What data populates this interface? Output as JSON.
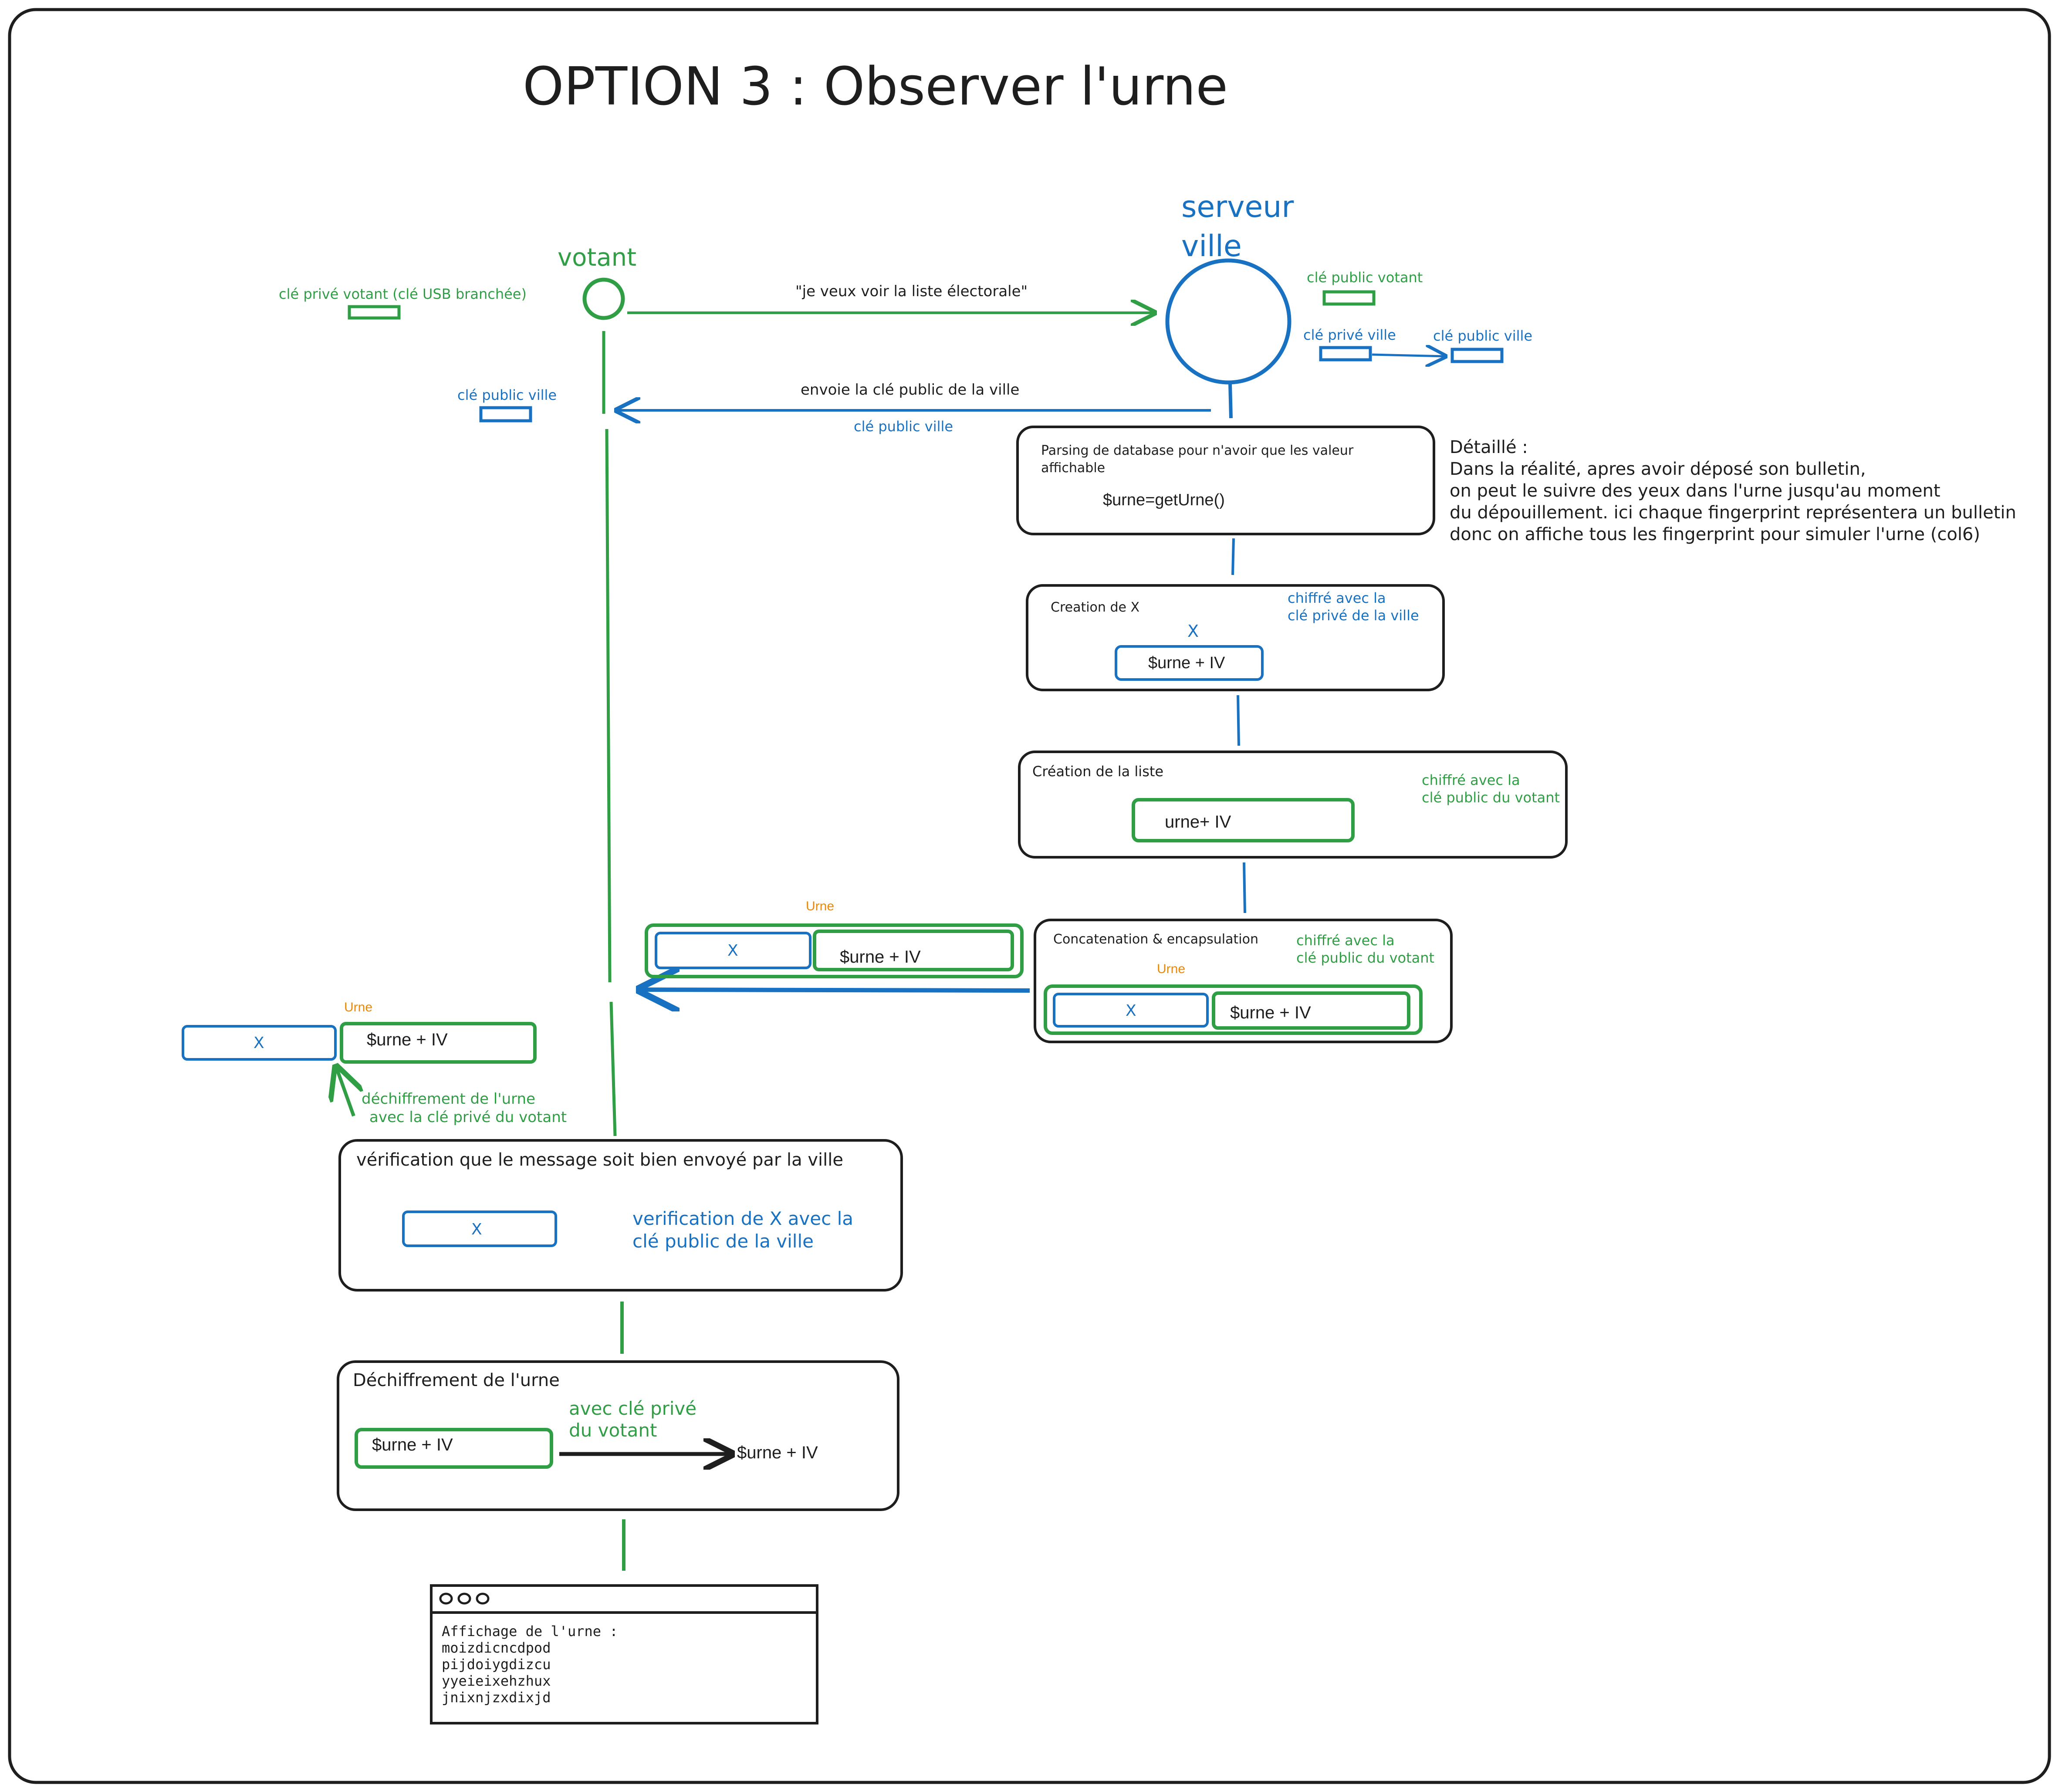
{
  "title": "OPTION 3 : Observer l'urne",
  "colors": {
    "green": "#2f9e44",
    "blue": "#1971c2",
    "orange": "#e8890c",
    "black": "#1e1e1e"
  },
  "actors": {
    "votant": "votant",
    "serveur_line1": "serveur",
    "serveur_line2": "ville"
  },
  "keys": {
    "votant_private": "clé privé votant (clé USB branchée)",
    "votant_public_ville": "clé public ville",
    "server_public_votant": "clé public votant",
    "server_private_ville": "clé privé ville",
    "server_public_ville": "clé public ville"
  },
  "messages": {
    "request": "\"je veux voir la liste électorale\"",
    "send_key": "envoie la clé public de la ville",
    "send_key_sub": "clé public ville"
  },
  "note": {
    "title": "Détaillé :",
    "lines": [
      "Dans la réalité, apres avoir déposé son bulletin,",
      "on peut le suivre des yeux dans l'urne jusqu'au moment",
      "du dépouillement. ici chaque fingerprint représentera un bulletin",
      "donc on affiche tous les fingerprint pour simuler l'urne (col6)"
    ]
  },
  "steps": {
    "parsing": {
      "title_line1": "Parsing de database pour n'avoir que les valeur",
      "title_line2": "affichable",
      "code": "$urne=getUrne()"
    },
    "creation_x": {
      "title": "Creation de X",
      "x": "X",
      "box": "$urne + IV",
      "note_line1": "chiffré avec la",
      "note_line2": "clé privé de la ville"
    },
    "creation_liste": {
      "title": "Création de la liste",
      "box": "urne+ IV",
      "note_line1": "chiffré avec la",
      "note_line2": "clé public du votant"
    },
    "concat": {
      "title": "Concatenation & encapsulation",
      "note_line1": "chiffré avec la",
      "note_line2": "clé public du votant",
      "urne_label": "Urne",
      "x": "X",
      "box": "$urne + IV"
    },
    "transit": {
      "urne_label": "Urne",
      "x": "X",
      "box": "$urne + IV"
    },
    "decrypted": {
      "urne_label": "Urne",
      "x": "X",
      "box": "$urne + IV",
      "note_line1": "déchiffrement de l'urne",
      "note_line2": "avec la clé privé du votant"
    },
    "verification": {
      "title": "vérification que le message soit bien envoyé par la ville",
      "x": "X",
      "note_line1": "verification de X avec la",
      "note_line2": "clé public de la ville"
    },
    "dechiffrement": {
      "title": "Déchiffrement de l'urne",
      "box": "$urne + IV",
      "note_line1": "avec clé privé",
      "note_line2": "du votant",
      "result": "$urne + IV"
    }
  },
  "display": {
    "header": "Affichage de l'urne :",
    "rows": [
      "moizdicncdpod",
      "pijdoiygdizcu",
      "yyeieixehzhux",
      "jnixnjzxdixjd"
    ]
  }
}
